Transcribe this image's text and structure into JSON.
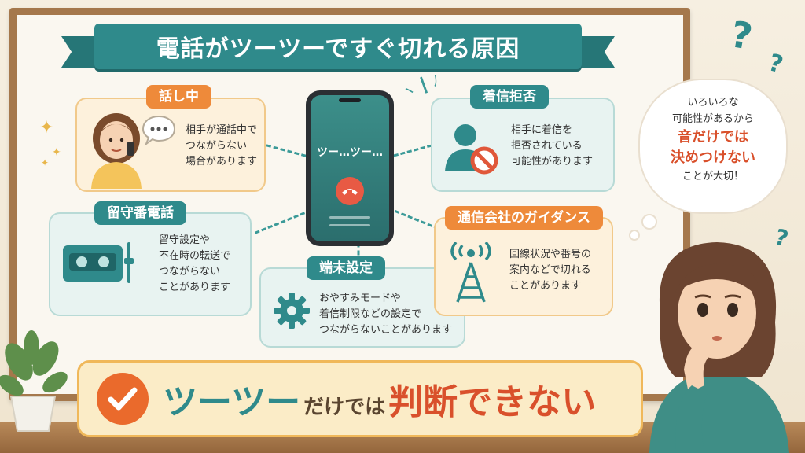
{
  "title": "電話がツーツーですぐ切れる原因",
  "phone": {
    "screen_text": "ツー…ツー…"
  },
  "cards": {
    "busy": {
      "label": "話し中",
      "lines": [
        "相手が通話中で",
        "つながらない",
        "場合があります"
      ]
    },
    "voicemail": {
      "label": "留守番電話",
      "lines": [
        "留守設定や",
        "不在時の転送で",
        "つながらない",
        "ことがあります"
      ]
    },
    "device": {
      "label": "端末設定",
      "lines": [
        "おやすみモードや",
        "着信制限などの設定で",
        "つながらないことがあります"
      ]
    },
    "rejected": {
      "label": "着信拒否",
      "lines": [
        "相手に着信を",
        "拒否されている",
        "可能性があります"
      ]
    },
    "carrier": {
      "label": "通信会社のガイダンス",
      "lines": [
        "回線状況や番号の",
        "案内などで切れる",
        "ことがあります"
      ]
    }
  },
  "thought": {
    "line1": "いろいろな",
    "line2": "可能性があるから",
    "line3": "音だけでは",
    "line4": "決めつけない",
    "line5": "ことが大切！"
  },
  "banner": {
    "part1": "ツーツー",
    "part2": "だけでは",
    "part3": "判断できない"
  },
  "colors": {
    "teal": "#2f8a8b",
    "orange": "#ee8a3a",
    "red_accent": "#d9502b",
    "board_frame": "#a5784c"
  },
  "icons": [
    "ellipsis-speech-icon",
    "cassette-icon",
    "gear-icon",
    "person-block-icon",
    "antenna-tower-icon",
    "end-call-icon",
    "check-icon",
    "question-mark-icon",
    "sparkle-icon"
  ]
}
